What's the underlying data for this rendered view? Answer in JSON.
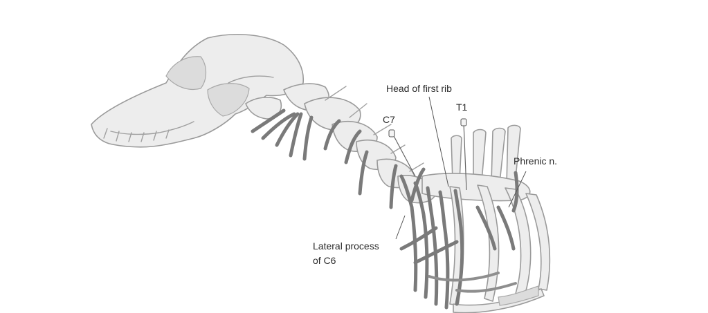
{
  "labels": {
    "head_first_rib": "Head of first rib",
    "t1": "T1",
    "c7": "C7",
    "phrenic": "Phrenic n.",
    "lateral_process_line1": "Lateral process",
    "lateral_process_line2": "of C6"
  }
}
